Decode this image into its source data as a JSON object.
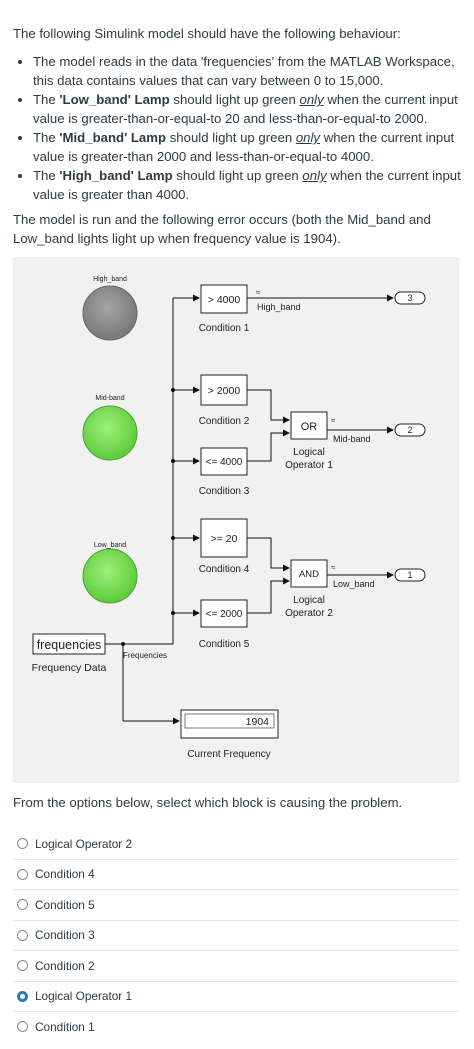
{
  "intro": {
    "lead": "The following Simulink model should have the following behaviour:",
    "bullet1": "The model reads in the data 'frequencies' from the MATLAB Workspace, this data contains values that can vary between 0 to 15,000.",
    "bullet2_pre": "The ",
    "bullet2_bold": "'Low_band' Lamp",
    "bullet2_mid": " should light up green ",
    "bullet2_em": "only",
    "bullet2_post": " when the current input value is greater-than-or-equal-to 20 and less-than-or-equal-to 2000.",
    "bullet3_pre": "The ",
    "bullet3_bold": "'Mid_band' Lamp",
    "bullet3_mid": " should light up green ",
    "bullet3_em": "only",
    "bullet3_post": " when the current input value is greater-than 2000 and less-than-or-equal-to 4000.",
    "bullet4_pre": "The ",
    "bullet4_bold": "'High_band' Lamp",
    "bullet4_mid": " should light up green ",
    "bullet4_em": "only",
    "bullet4_post": " when the current input value is greater than 4000."
  },
  "error_text": "The model is run and the following error occurs (both the Mid_band and Low_band lights light up when frequency value is 1904).",
  "model": {
    "lamps": {
      "high_label": "High_band",
      "mid_label": "Mid-band",
      "low_label": "Low_band",
      "off_color": "#8c8c8c",
      "on_color": "#7ed957"
    },
    "blocks": {
      "cond1_text": "> 4000",
      "cond1_label": "Condition 1",
      "cond2_text": "> 2000",
      "cond2_label": "Condition 2",
      "cond3_text": "<= 4000",
      "cond3_label": "Condition 3",
      "cond4_text": ">= 20",
      "cond4_label": "Condition 4",
      "cond5_text": "<= 2000",
      "cond5_label": "Condition 5",
      "or_text": "OR",
      "or_label1": "Logical",
      "or_label2": "Operator 1",
      "and_text": "AND",
      "and_label1": "Logical",
      "and_label2": "Operator 2",
      "source_text": "frequencies",
      "source_label": "Frequency Data",
      "display_value": "1904",
      "display_label": "Current Frequency"
    },
    "signals": {
      "high_band": "High_band",
      "mid_band": "Mid-band",
      "low_band": "Low_band",
      "frequencies": "Frequencies"
    },
    "outports": {
      "port3": "3",
      "port2": "2",
      "port1": "1"
    }
  },
  "question": "From the options below, select which block is causing the problem.",
  "options": [
    {
      "label": "Logical Operator 2",
      "selected": false
    },
    {
      "label": "Condition 4",
      "selected": false
    },
    {
      "label": "Condition 5",
      "selected": false
    },
    {
      "label": "Condition 3",
      "selected": false
    },
    {
      "label": "Condition 2",
      "selected": false
    },
    {
      "label": "Logical Operator 1",
      "selected": true
    },
    {
      "label": "Condition 1",
      "selected": false
    }
  ]
}
